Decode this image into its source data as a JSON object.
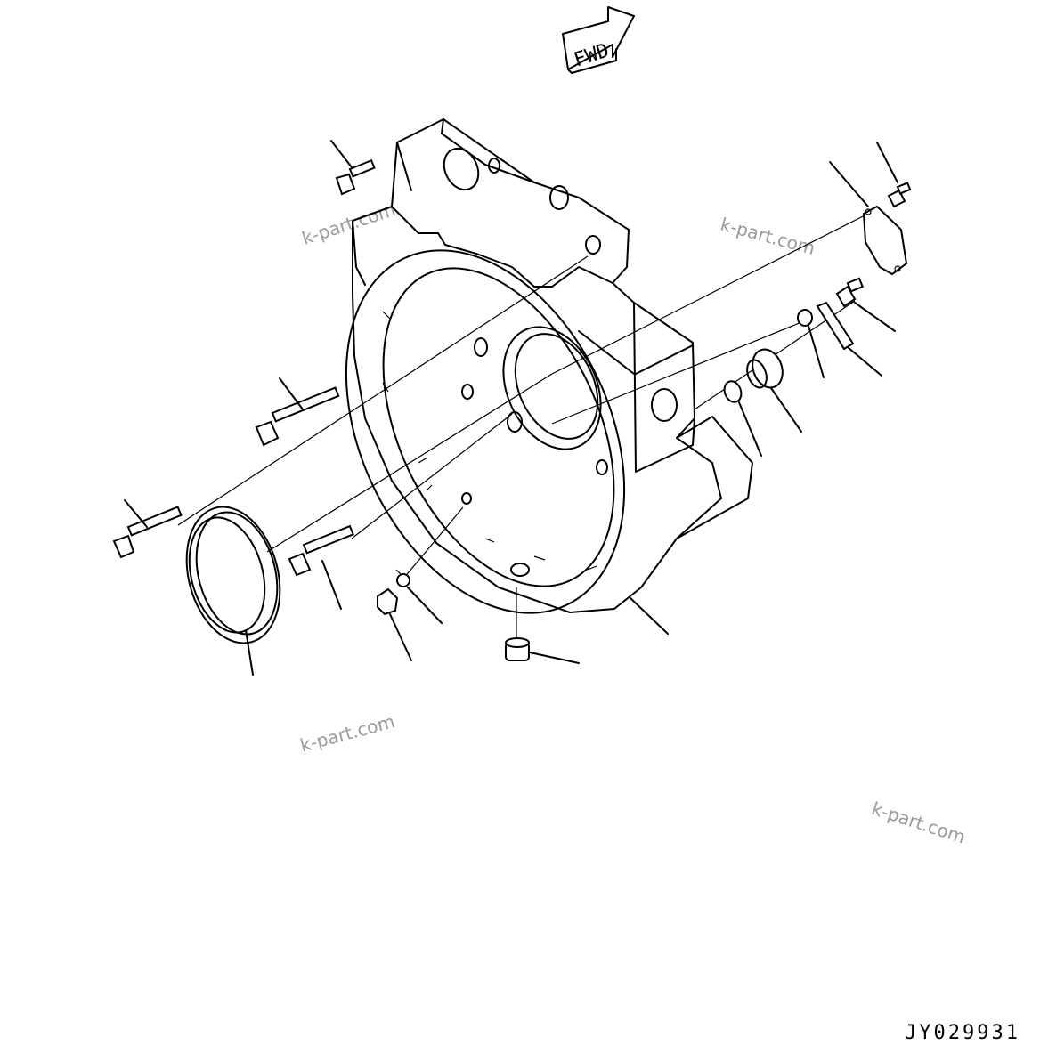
{
  "diagram": {
    "direction_label": "FWD",
    "drawing_code": "JY029931",
    "watermarks": [
      "k-part.com",
      "k-part.com",
      "k-part.com",
      "k-part.com"
    ]
  }
}
